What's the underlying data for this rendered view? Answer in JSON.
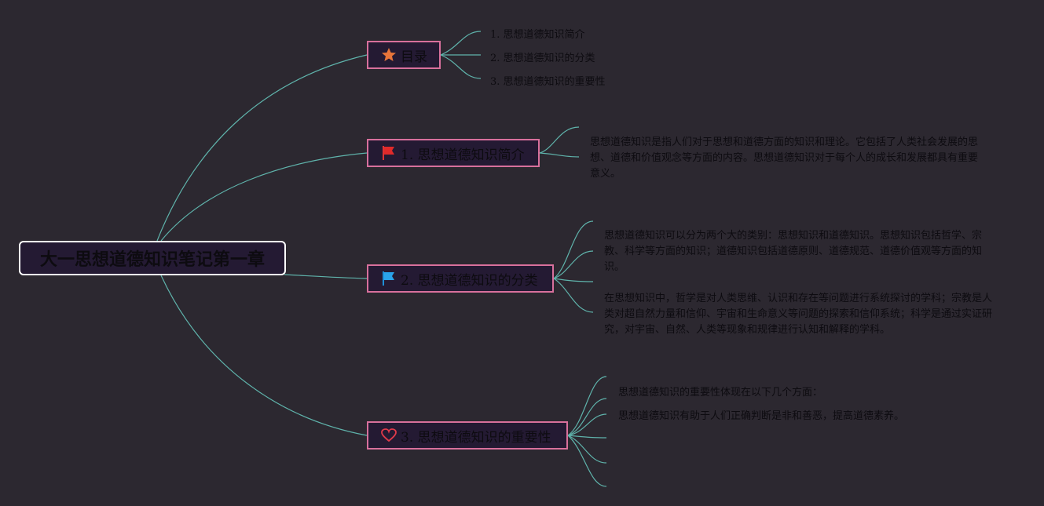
{
  "colors": {
    "background": "#2c2830",
    "connector": "#5fb3ab",
    "branch_border": "#d8709c",
    "node_fill": "#241a33",
    "text": "#0d0b10"
  },
  "root": {
    "title": "大一思想道德知识笔记第一章"
  },
  "branches": [
    {
      "label": "目录",
      "icon": "star-icon",
      "children": [
        "1. 思想道德知识简介",
        "2. 思想道德知识的分类",
        "3. 思想道德知识的重要性"
      ]
    },
    {
      "label": "1. 思想道德知识简介",
      "icon": "red-flag-icon",
      "children": [
        "思想道德知识是指人们对于思想和道德方面的知识和理论。它包括了人类社会发展的思想、道德和价值观念等方面的内容。思想道德知识对于每个人的成长和发展都具有重要意义。"
      ]
    },
    {
      "label": "2. 思想道德知识的分类",
      "icon": "blue-flag-icon",
      "children": [
        "思想道德知识可以分为两个大的类别：思想知识和道德知识。思想知识包括哲学、宗教、科学等方面的知识；道德知识包括道德原则、道德规范、道德价值观等方面的知识。",
        "在思想知识中，哲学是对人类思维、认识和存在等问题进行系统探讨的学科；宗教是人类对超自然力量和信仰、宇宙和生命意义等问题的探索和信仰系统；科学是通过实证研究，对宇宙、自然、人类等现象和规律进行认知和解释的学科。"
      ]
    },
    {
      "label": "3. 思想道德知识的重要性",
      "icon": "heart-icon",
      "children": [
        "思想道德知识的重要性体现在以下几个方面：",
        "思想道德知识有助于人们正确判断是非和善恶，提高道德素养。"
      ]
    }
  ]
}
